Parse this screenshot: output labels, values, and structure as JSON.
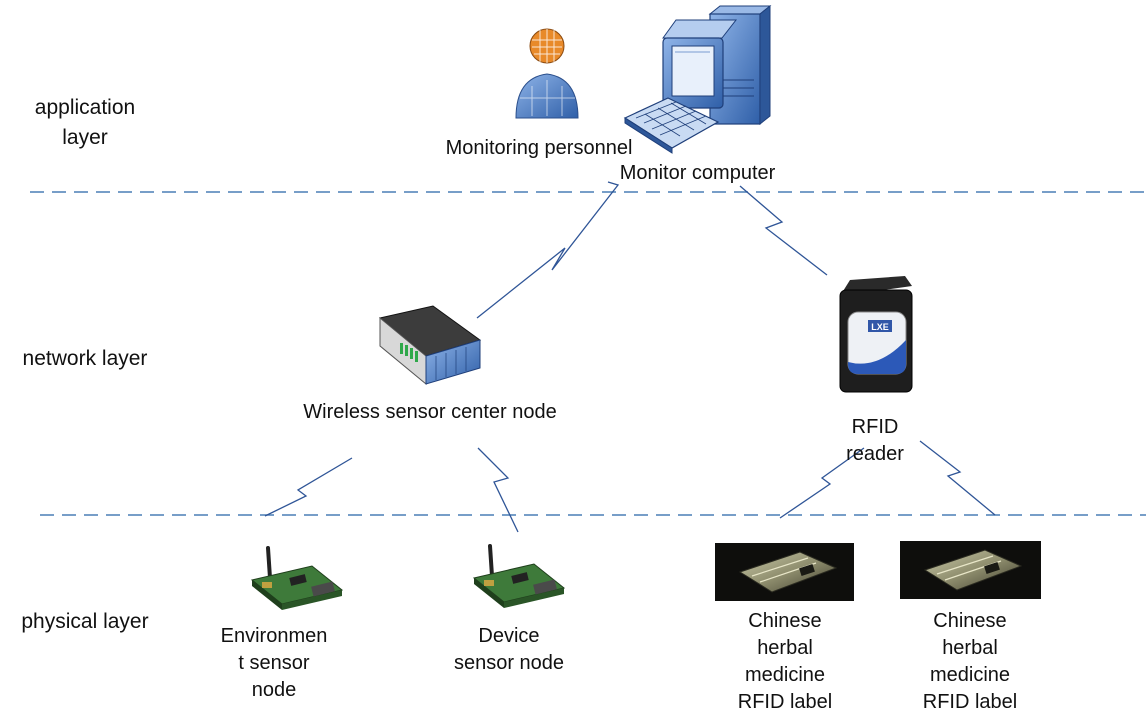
{
  "layers": {
    "application": "application\nlayer",
    "network": "network layer",
    "physical": "physical layer"
  },
  "nodes": {
    "monitoring_personnel": "Monitoring personnel",
    "monitor_computer": "Monitor computer",
    "wireless_center": "Wireless sensor center node",
    "rfid_reader": "RFID\nreader",
    "environment_sensor": "Environmen\nt sensor\nnode",
    "device_sensor": "Device\nsensor node",
    "rfid_label_1": "Chinese\nherbal\nmedicine\nRFID label",
    "rfid_label_2": "Chinese\nherbal\nmedicine\nRFID label"
  },
  "device_badge": "LXE",
  "colors": {
    "layer_divider": "#4a7fb5",
    "wireless_link": "#2f5597",
    "device_blue": "#3f6fb5",
    "pcb_green": "#3e7a3a"
  }
}
